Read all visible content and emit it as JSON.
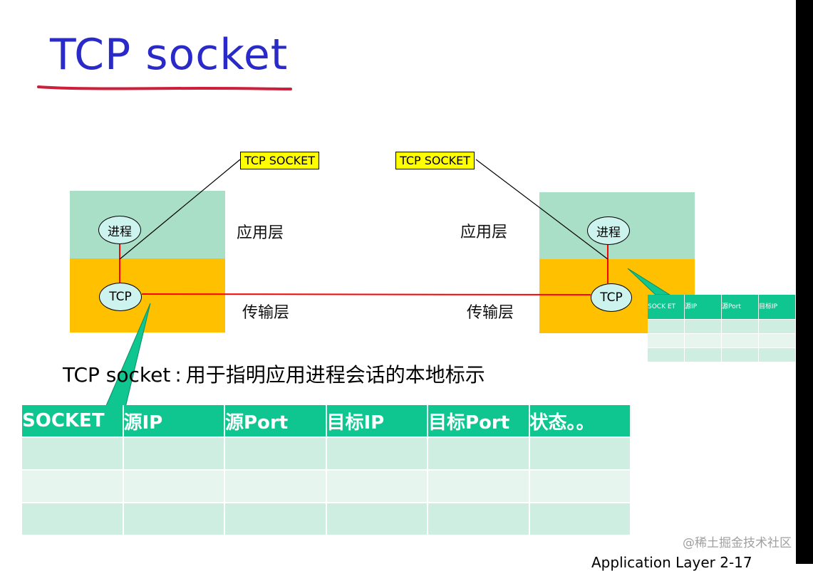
{
  "slide": {
    "title": "TCP socket",
    "footer": "Application Layer   2-17"
  },
  "watermark": "@稀土掘金技术社区",
  "colors": {
    "title": "#2a2ac8",
    "title_underline": "#cc1f3a",
    "application_layer": "#a9dfc7",
    "transport_layer": "#ffc000",
    "connection_line": "#ff0000",
    "callout_fill": "#ffff00",
    "table_header": "#10c690",
    "table_row_dark": "#cdeee0",
    "table_row_light": "#e6f6ef"
  },
  "diagram": {
    "left_host": {
      "process_label": "进程",
      "tcp_label": "TCP"
    },
    "right_host": {
      "process_label": "进程",
      "tcp_label": "TCP"
    },
    "callout_left": "TCP SOCKET",
    "callout_right": "TCP SOCKET",
    "layer_labels": {
      "app_left": "应用层",
      "app_right": "应用层",
      "transport_left": "传输层",
      "transport_right": "传输层"
    }
  },
  "definition": {
    "term": "TCP socket",
    "separator": ":",
    "text": "用于指明应用进程会话的本地标示"
  },
  "socket_table": {
    "headers": [
      "SOCKET",
      "源IP",
      "源Port",
      "目标IP",
      "目标Port",
      "状态。。"
    ],
    "row_count": 3
  },
  "small_socket_table": {
    "headers": [
      "SOCK ET",
      "源IP",
      "源Port",
      "目标IP"
    ],
    "row_count": 3
  }
}
